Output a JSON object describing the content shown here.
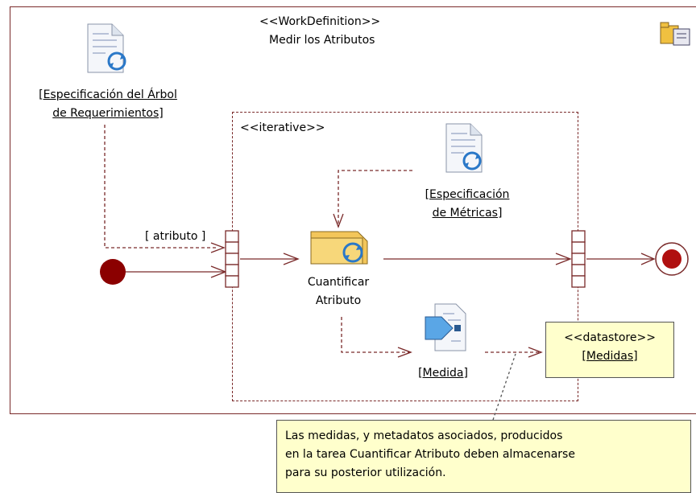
{
  "diagram": {
    "stereotype": "<<WorkDefinition>>",
    "name": "Medir los Atributos",
    "iterative_label": "<<iterative>>",
    "guard_label": "[ atributo ]",
    "nodes": {
      "arbol_doc": {
        "line1": "[Especificación del Árbol",
        "line2": "de Requerimientos]",
        "icon": "document-cycle-icon"
      },
      "metricas_doc": {
        "line1": "[Especificación",
        "line2": "de Métricas]",
        "icon": "document-cycle-icon"
      },
      "task": {
        "line1": "Cuantificar",
        "line2": "Atributo",
        "icon": "task-folder-cycle-icon"
      },
      "medida": {
        "label": "[Medida]",
        "icon": "output-document-arrow-icon"
      },
      "datastore": {
        "stereotype": "<<datastore>>",
        "label": "[Medidas]"
      }
    },
    "note": {
      "line1": "Las medidas, y metadatos asociados, producidos",
      "line2": "en la tarea Cuantificar Atributo deben almacenarse",
      "line3": "para su posterior utilización."
    },
    "colors": {
      "edge": "#7a2a2a",
      "initial": "#8b0000",
      "note_bg": "#ffffcc",
      "icon_blue": "#2a78c8"
    }
  }
}
